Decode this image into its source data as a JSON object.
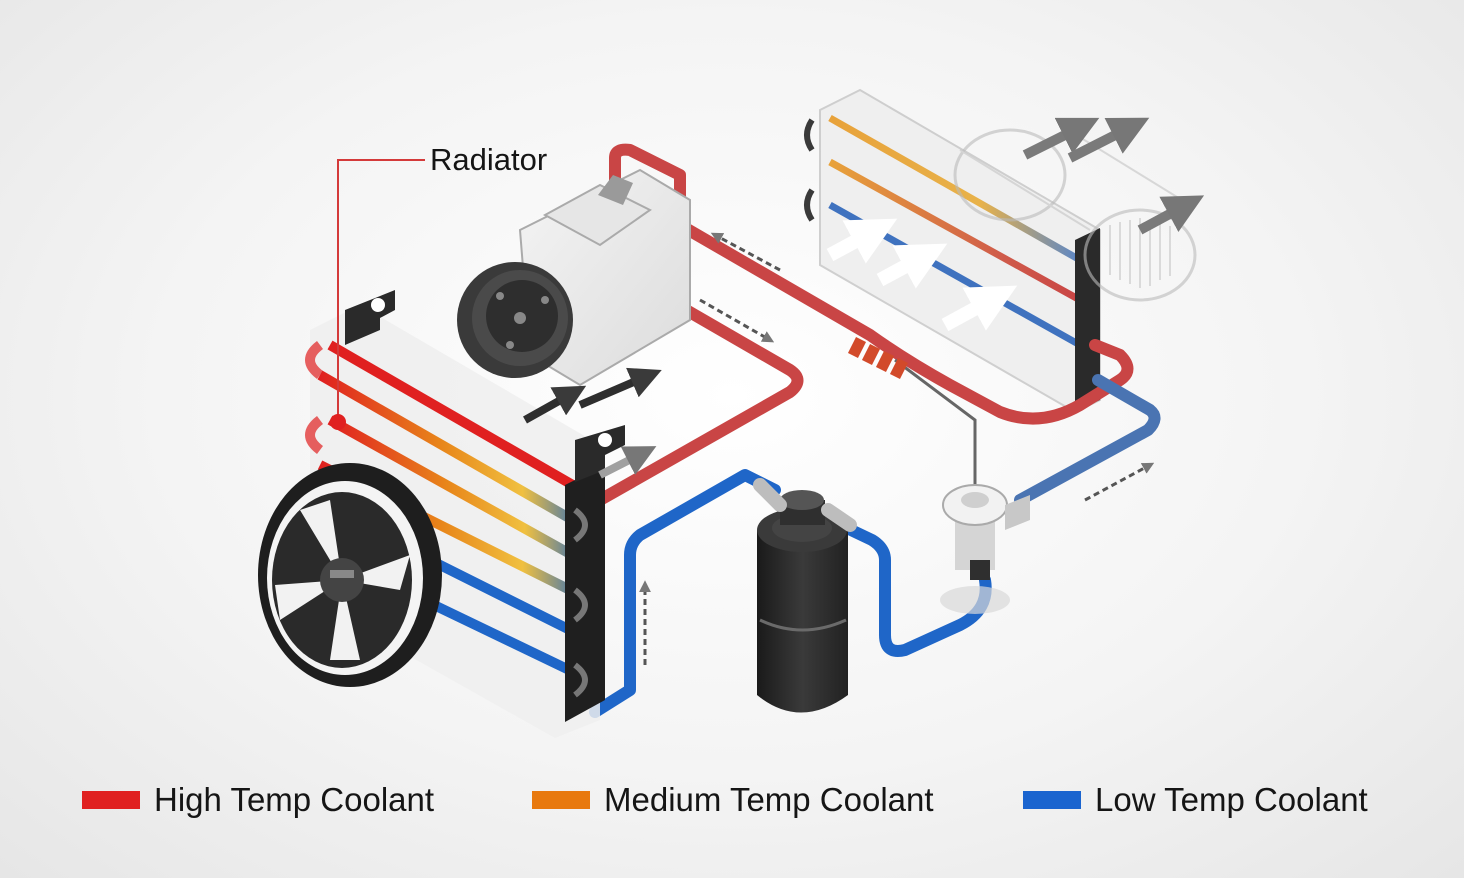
{
  "diagram": {
    "callout_label": "Radiator",
    "legend": [
      {
        "label": "High Temp Coolant",
        "color": "#e02020"
      },
      {
        "label": "Medium Temp Coolant",
        "color": "#e8790e"
      },
      {
        "label": "Low Temp Coolant",
        "color": "#1a64cf"
      }
    ],
    "colors": {
      "high": "#e02020",
      "high_pipe": "#c94545",
      "medium": "#e8a23a",
      "low": "#1f66c8",
      "low_pipe": "#4a74b2",
      "dark_part": "#2a2a2a",
      "arrow": "#777777"
    },
    "components": [
      "radiator",
      "fan",
      "compressor",
      "receiver-drier",
      "expansion-valve",
      "evaporator",
      "blower"
    ]
  }
}
